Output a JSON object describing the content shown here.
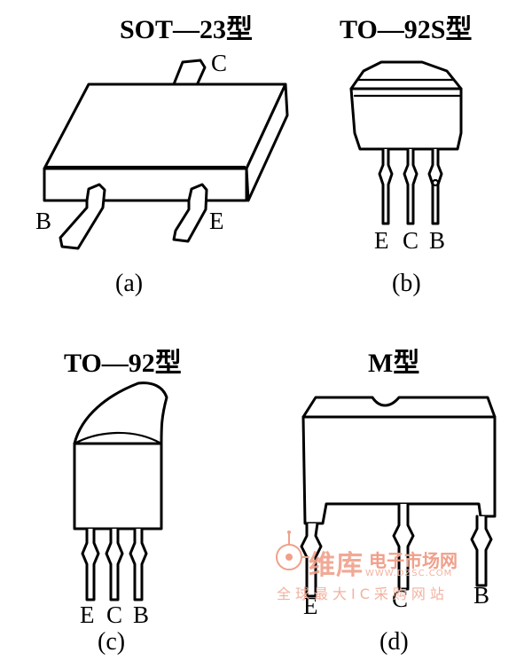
{
  "panels": {
    "a": {
      "title": "SOT—23型",
      "caption": "(a)",
      "pins": {
        "c": "C",
        "b": "B",
        "e": "E"
      }
    },
    "b": {
      "title": "TO—92S型",
      "caption": "(b)",
      "pins": [
        "E",
        "C",
        "B"
      ]
    },
    "c": {
      "title": "TO—92型",
      "caption": "(c)",
      "pins": [
        "E",
        "C",
        "B"
      ]
    },
    "d": {
      "title": "M型",
      "caption": "(d)",
      "pins": {
        "e": "E",
        "c": "C",
        "b": "B"
      }
    }
  },
  "watermark": {
    "name": "维库",
    "sub": "电子市场网",
    "url": "WWW.DZSC.COM",
    "tagline": "全球最大IC采购网站",
    "color": "#f0a08a"
  }
}
